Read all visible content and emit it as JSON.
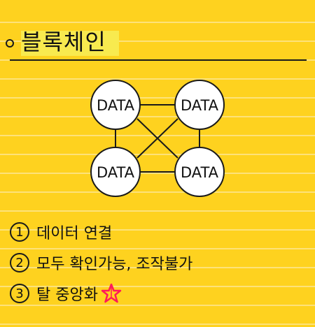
{
  "title": "블록체인",
  "diagram": {
    "nodes": [
      {
        "id": "n1",
        "label": "DATA"
      },
      {
        "id": "n2",
        "label": "DATA"
      },
      {
        "id": "n3",
        "label": "DATA"
      },
      {
        "id": "n4",
        "label": "DATA"
      }
    ],
    "edges": [
      [
        "n1",
        "n2"
      ],
      [
        "n3",
        "n4"
      ],
      [
        "n1",
        "n3"
      ],
      [
        "n2",
        "n4"
      ],
      [
        "n1",
        "n4"
      ],
      [
        "n2",
        "n3"
      ]
    ]
  },
  "items": [
    {
      "num": "1",
      "text": "데이터 연결"
    },
    {
      "num": "2",
      "text": "모두 확인가능, 조작불가"
    },
    {
      "num": "3",
      "text": "탈 중앙화"
    }
  ],
  "colors": {
    "paper": "#fed21f",
    "rule_line": "#fde27a",
    "ink": "#1a1a1a",
    "highlight": "#f8ea4f",
    "star": "#ff1a5a"
  }
}
